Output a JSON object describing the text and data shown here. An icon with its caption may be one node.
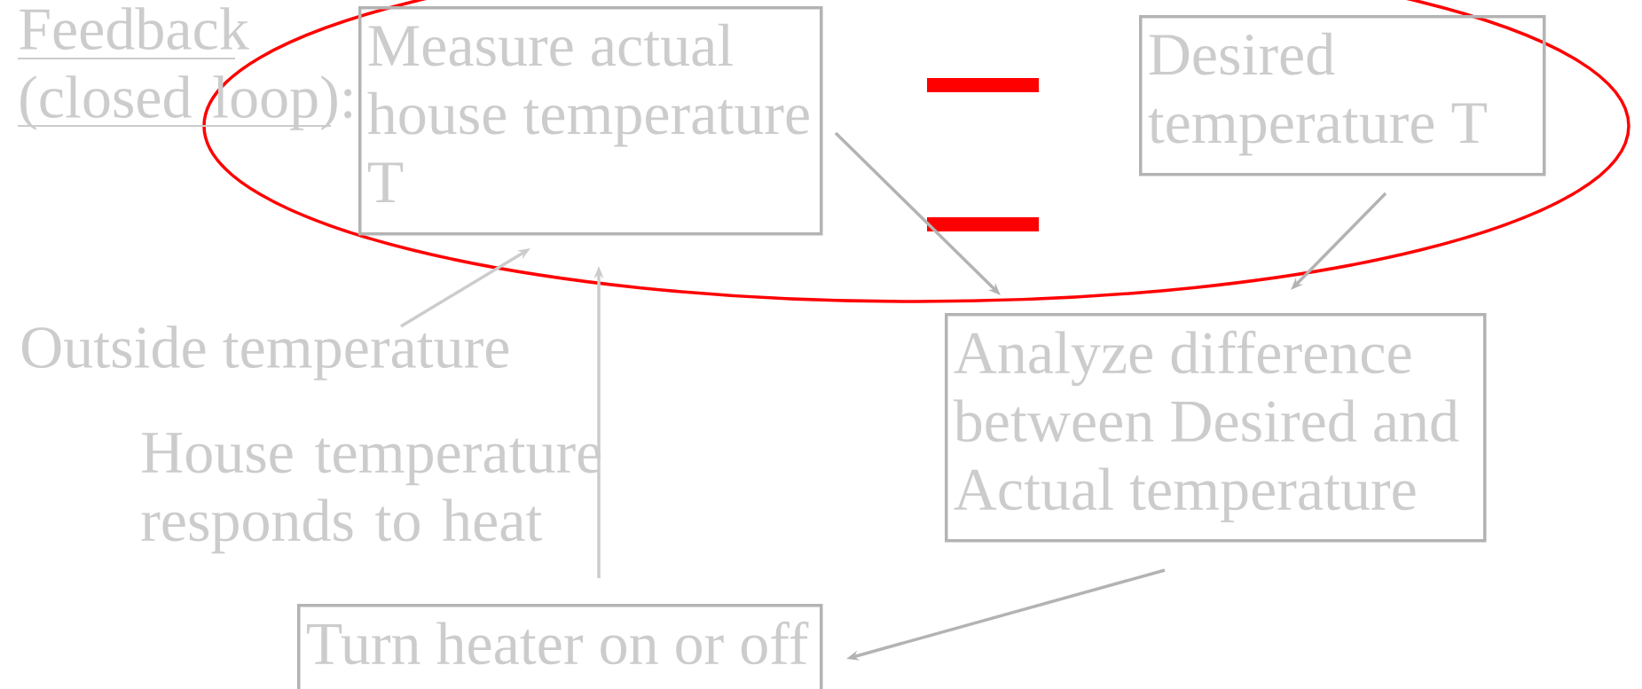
{
  "diagram": {
    "title": "Feedback (closed loop):",
    "nodes": [
      {
        "text": [
          "Measure actual house temperature T"
        ]
      },
      {
        "text": [
          "Desired temperature T"
        ]
      },
      {
        "text": [
          "Analyze difference between Desired and Actual temperature"
        ]
      },
      {
        "text": [
          "Turn heater on or off"
        ]
      },
      {
        "text": [
          "Outside temperature"
        ]
      }
    ],
    "edges": [
      {
        "from": 0,
        "to": 2,
        "arrow": "to"
      },
      {
        "from": 1,
        "to": 2,
        "arrow": "to"
      },
      {
        "from": 2,
        "to": 3,
        "arrow": "to"
      },
      {
        "from": 4,
        "to": 0,
        "arrow": "to",
        "color": "#cccccc"
      },
      {
        "from": 3,
        "to": 0,
        "arrow": "to",
        "color": "#cccccc",
        "label": "House temperature responds to heat"
      }
    ]
  }
}
